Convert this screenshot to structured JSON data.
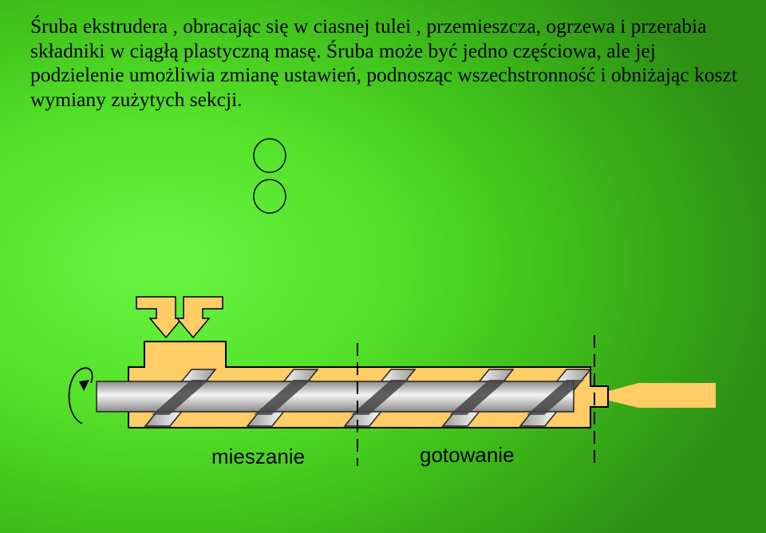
{
  "description_text": "Śruba ekstrudera , obracając się w ciasnej tulei , przemieszcza, ogrzewa i przerabia składniki w ciągłą plastyczną masę. Śruba może być jedno częściowa, ale jej podzielenie umożliwia zmianę ustawień, podnosząc wszechstronność i obniżając koszt wymiany zużytych sekcji.",
  "diagram": {
    "section_labels": {
      "mixing": "mieszanie",
      "cooking": "gotowanie"
    },
    "colors": {
      "barrel": "#ffcc66",
      "screw_gradient_mid": "#f4f4f4",
      "screw_gradient_edge": "#8a8a8a",
      "outline": "#000000"
    },
    "icons": [
      "feed-arrow-icon",
      "rotation-arrow-icon"
    ]
  }
}
